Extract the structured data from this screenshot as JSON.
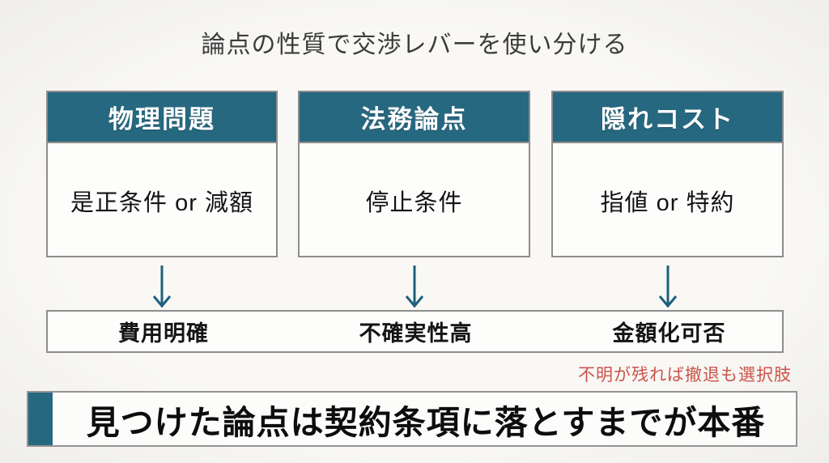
{
  "title": "論点の性質で交渉レバーを使い分ける",
  "columns": [
    {
      "header": "物理問題",
      "lever": "是正条件 or 減額",
      "outcome": "費用明確"
    },
    {
      "header": "法務論点",
      "lever": "停止条件",
      "outcome": "不確実性高"
    },
    {
      "header": "隠れコスト",
      "lever": "指値 or 特約",
      "outcome": "金額化可否"
    }
  ],
  "note": "不明が残れば撤退も選択肢",
  "banner": "見つけた論点は契約条項に落とすまでが本番",
  "colors": {
    "teal": "#266880",
    "red": "#cb544b",
    "border_gray": "#8d8d8d",
    "background": "#f6f5f2"
  }
}
